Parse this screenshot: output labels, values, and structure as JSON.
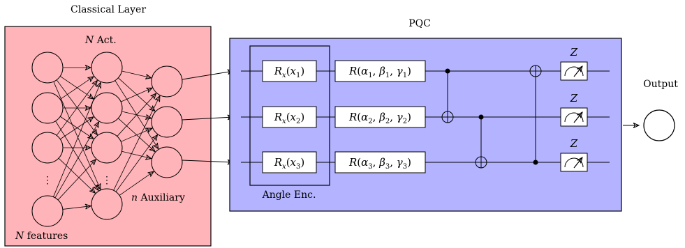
{
  "classical": {
    "title": "Classical Layer",
    "act_label_var": "N",
    "act_label_rest": " Act.",
    "features_label_var": "N",
    "features_label_rest": " features",
    "aux_label_var": "n",
    "aux_label_rest": " Auxiliary",
    "dots": "⋮",
    "colors": {
      "panel": "#ffb4b9",
      "stroke": "#000000"
    }
  },
  "quantum": {
    "title": "PQC",
    "encoding_label": "Angle Enc.",
    "encoding_gates": [
      {
        "op": "R",
        "sub": "x",
        "arg": "x",
        "idx": "1"
      },
      {
        "op": "R",
        "sub": "x",
        "arg": "x",
        "idx": "2"
      },
      {
        "op": "R",
        "sub": "x",
        "arg": "x",
        "idx": "3"
      }
    ],
    "rotation_gates": [
      {
        "op": "R",
        "params": [
          "α",
          "β",
          "γ"
        ],
        "idx": "1"
      },
      {
        "op": "R",
        "params": [
          "α",
          "β",
          "γ"
        ],
        "idx": "2"
      },
      {
        "op": "R",
        "params": [
          "α",
          "β",
          "γ"
        ],
        "idx": "3"
      }
    ],
    "cnot_pairs": [
      {
        "control": 1,
        "target": 2
      },
      {
        "control": 2,
        "target": 3
      },
      {
        "control": 3,
        "target": 1
      }
    ],
    "measurement_label": "Z",
    "colors": {
      "panel": "#b3b3ff",
      "stroke": "#000000"
    }
  },
  "output": {
    "label": "Output"
  }
}
